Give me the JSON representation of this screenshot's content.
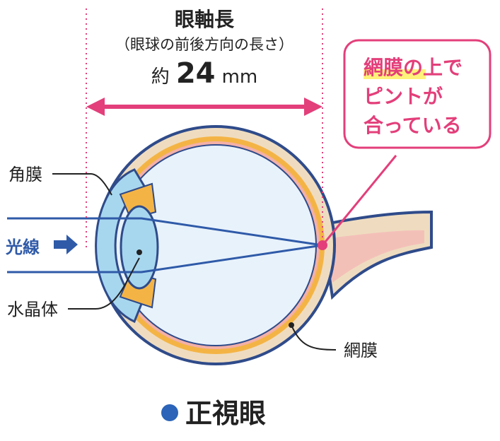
{
  "axial_length": {
    "title": "眼軸長",
    "subtitle": "（眼球の前後方向の長さ）",
    "value_prefix": "約",
    "value_number": "24",
    "value_unit": "mm"
  },
  "callout": {
    "line1_highlight": "網膜の上",
    "line1_rest": "で",
    "line2": "ピントが",
    "line3": "合っている"
  },
  "labels": {
    "cornea": "角膜",
    "light_rays": "光線",
    "lens": "水晶体",
    "retina": "網膜"
  },
  "caption": "正視眼",
  "colors": {
    "pink": "#e33f7a",
    "blue": "#2f5aa8",
    "caption_dot": "#2b64b8",
    "sclera": "#efdcc0",
    "choroid": "#f4b445",
    "eye_fill": "#e8f2fb",
    "lens_fill": "#a7d7ef",
    "highlight": "#fff27a",
    "dark": "#222222"
  }
}
